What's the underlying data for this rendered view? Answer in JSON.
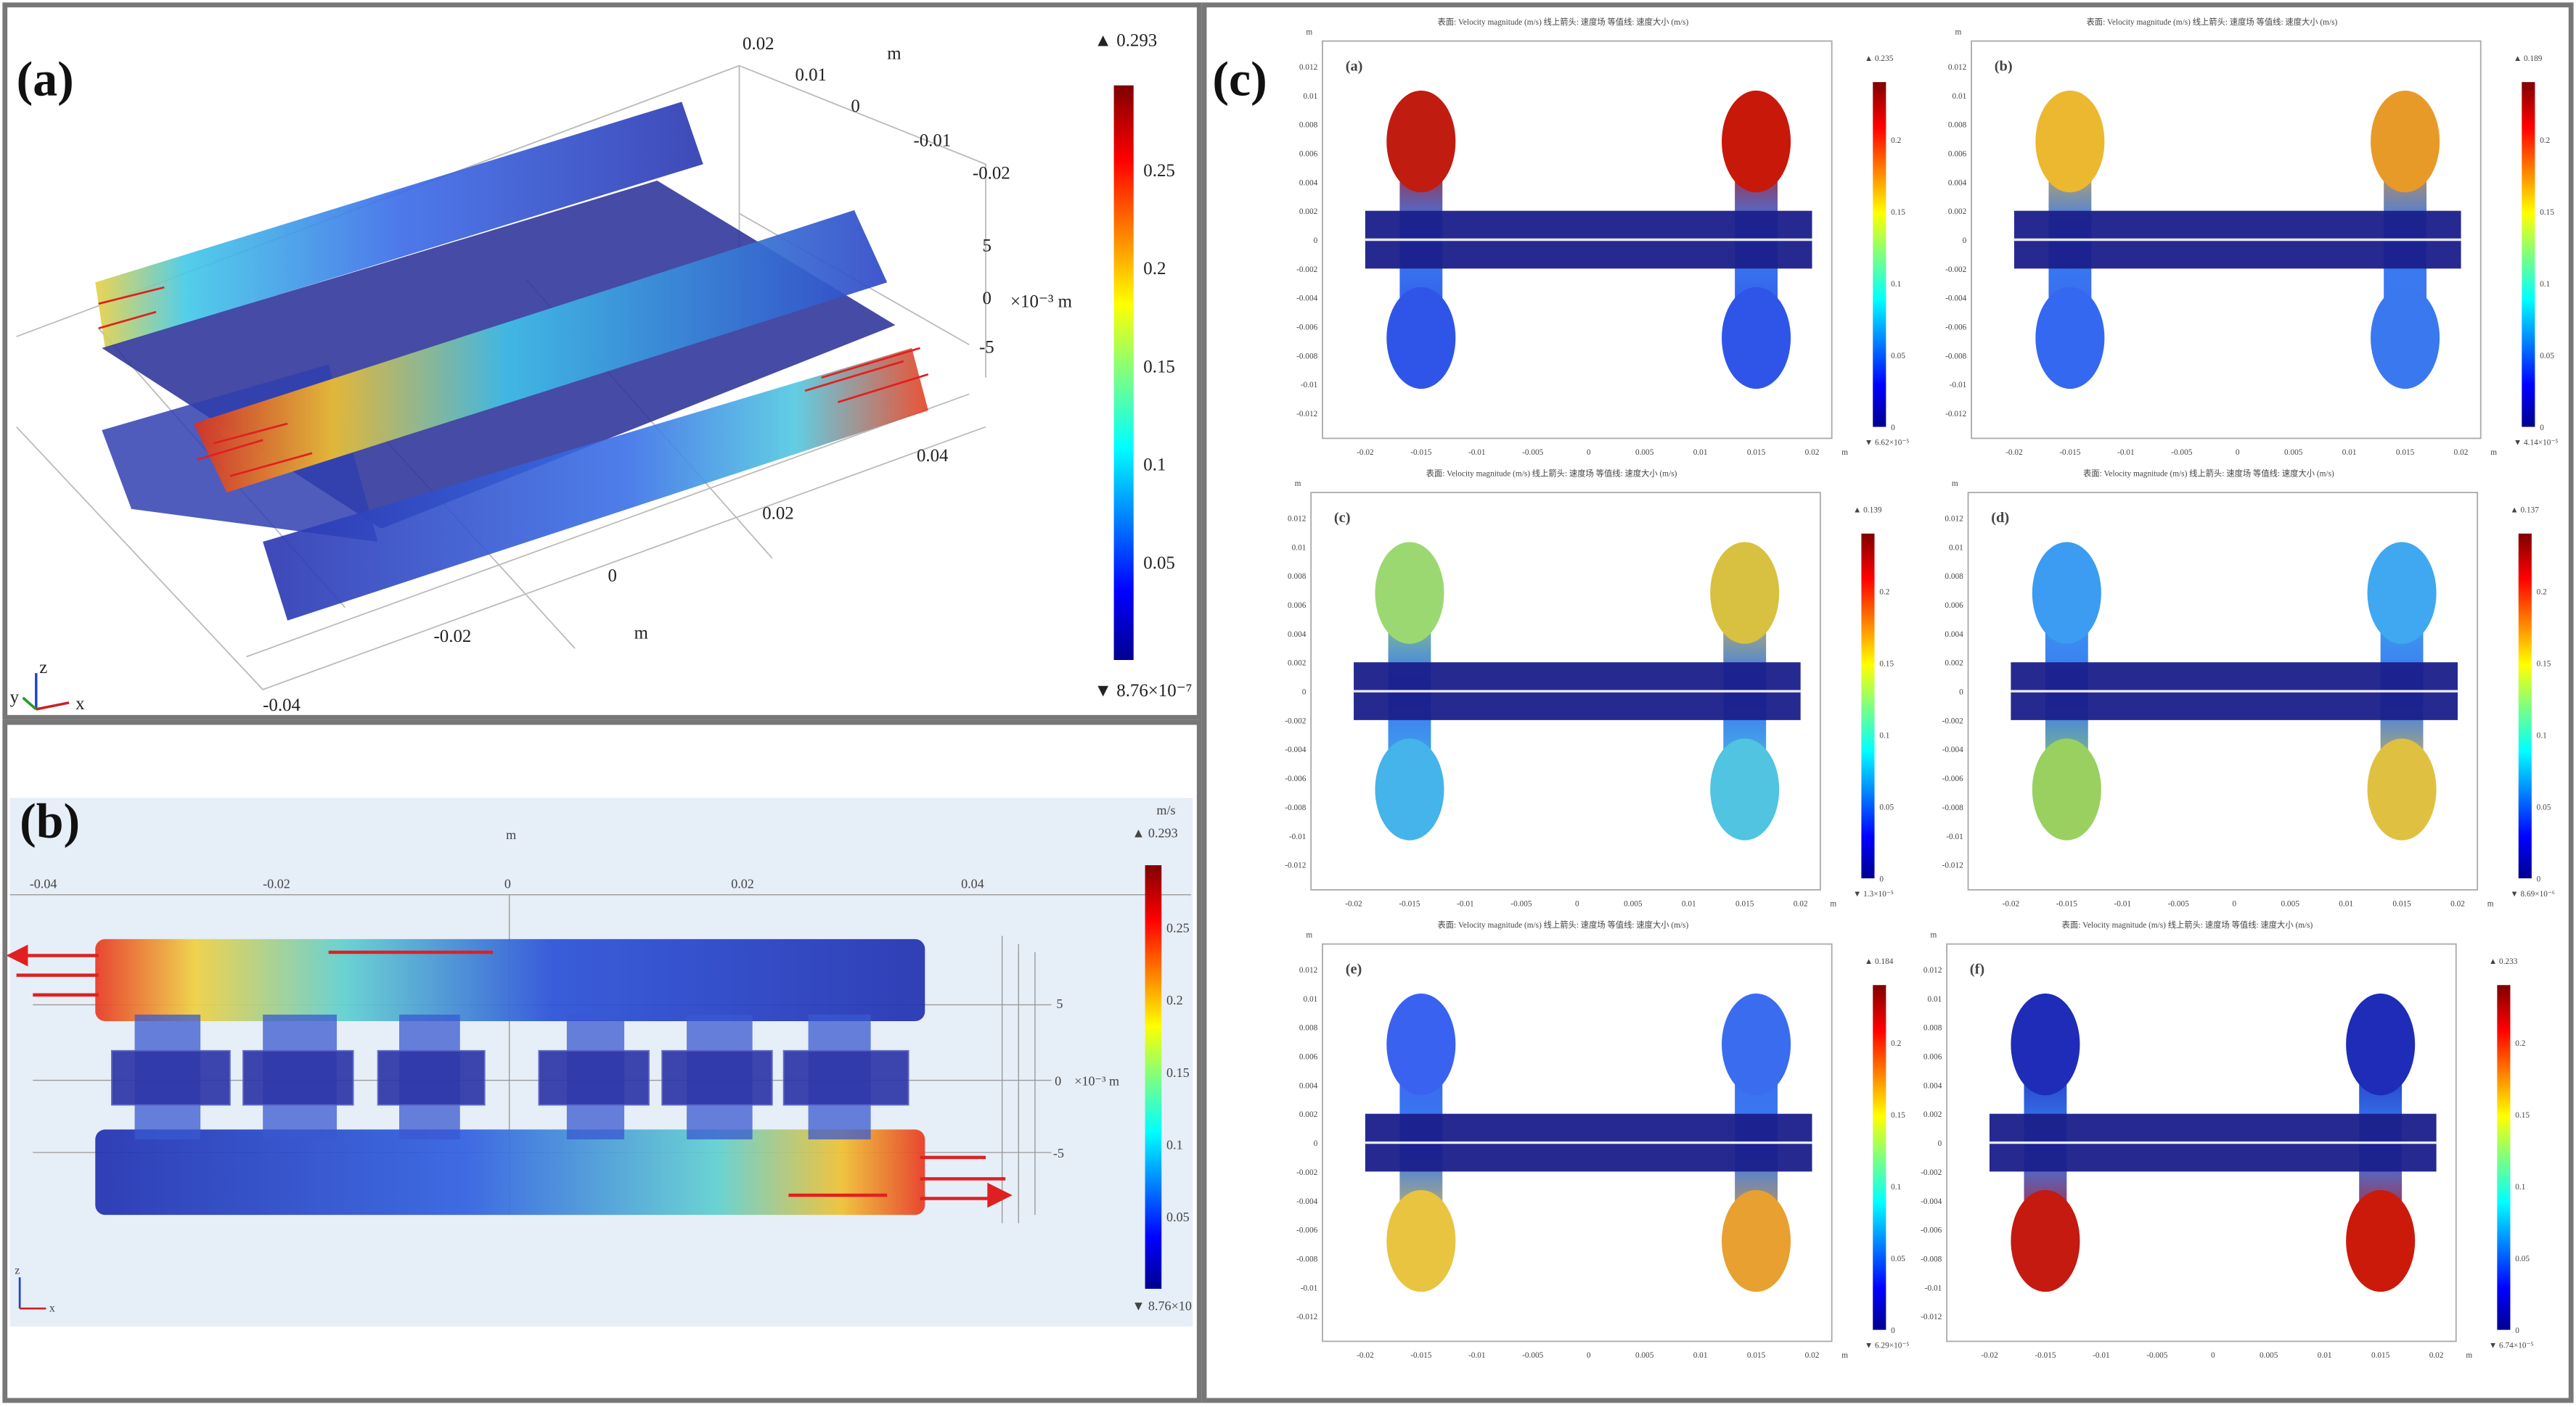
{
  "panel_a": {
    "label": "(a)",
    "colorbar": {
      "max": "0.293",
      "min": "8.76×10⁻⁷",
      "ticks": [
        "0.25",
        "0.2",
        "0.15",
        "0.1",
        "0.05"
      ]
    },
    "y_axis": {
      "ticks": [
        "0.02",
        "0.01",
        "0",
        "-0.01",
        "-0.02"
      ],
      "unit": "m"
    },
    "z_axis": {
      "ticks": [
        "5",
        "0",
        "-5"
      ],
      "unit": "×10⁻³ m"
    },
    "x_axis": {
      "ticks": [
        "0.04",
        "0.02",
        "0",
        "-0.02",
        "-0.04"
      ],
      "unit": "m"
    },
    "triad": {
      "z": "z",
      "y": "y",
      "x": "x"
    }
  },
  "panel_b": {
    "label": "(b)",
    "colorbar": {
      "unit": "m/s",
      "max": "0.293",
      "min": "8.76×10",
      "ticks": [
        "0.25",
        "0.2",
        "0.15",
        "0.1",
        "0.05"
      ]
    },
    "x_axis": {
      "ticks": [
        "-0.04",
        "-0.02",
        "0",
        "0.02",
        "0.04"
      ],
      "unit": "m"
    },
    "z_axis": {
      "ticks": [
        "5",
        "0",
        "-5"
      ],
      "unit": "×10⁻³ m"
    },
    "triad": {
      "z": "z",
      "x": "x"
    }
  },
  "panel_c": {
    "label": "(c)",
    "plot_title": "表面: Velocity magnitude (m/s)  线上箭头: 速度场  等值线: 速度大小 (m/s)",
    "unit": "m",
    "x_ticks": [
      "-0.02",
      "-0.015",
      "-0.01",
      "-0.005",
      "0",
      "0.005",
      "0.01",
      "0.015",
      "0.02"
    ],
    "y_ticks": [
      "0.012",
      "0.01",
      "0.008",
      "0.006",
      "0.004",
      "0.002",
      "0",
      "-0.002",
      "-0.004",
      "-0.006",
      "-0.008",
      "-0.01",
      "-0.012"
    ],
    "colorbar_ticks": [
      "0.2",
      "0.15",
      "0.1",
      "0.05",
      "0"
    ],
    "subplots": [
      {
        "label": "(a)",
        "max": "0.235",
        "min": "6.62×10⁻⁵",
        "colors": {
          "top_left": "#c01c10",
          "top_right": "#c8180a",
          "bottom_left": "#2f55e8",
          "bottom_right": "#2f55e8"
        }
      },
      {
        "label": "(b)",
        "max": "0.189",
        "min": "4.14×10⁻⁵",
        "colors": {
          "top_left": "#ecb830",
          "top_right": "#e89a28",
          "bottom_left": "#3468f0",
          "bottom_right": "#3a78f0"
        }
      },
      {
        "label": "(c)",
        "max": "0.139",
        "min": "1.3×10⁻⁵",
        "colors": {
          "top_left": "#9cd872",
          "top_right": "#d8c040",
          "bottom_left": "#44b4ea",
          "bottom_right": "#50c4e0"
        }
      },
      {
        "label": "(d)",
        "max": "0.137",
        "min": "8.69×10⁻⁶",
        "colors": {
          "top_left": "#3c9cf2",
          "top_right": "#40a8f0",
          "bottom_left": "#9ad060",
          "bottom_right": "#e0c040"
        }
      },
      {
        "label": "(e)",
        "max": "0.184",
        "min": "6.29×10⁻⁵",
        "colors": {
          "top_left": "#3a62f0",
          "top_right": "#3a6cf0",
          "bottom_left": "#e8c440",
          "bottom_right": "#e8a030"
        }
      },
      {
        "label": "(f)",
        "max": "0.233",
        "min": "6.74×10⁻⁵",
        "colors": {
          "top_left": "#1e2cb8",
          "top_right": "#1e2cb8",
          "bottom_left": "#c41a10",
          "bottom_right": "#cc1a0a"
        }
      }
    ]
  }
}
